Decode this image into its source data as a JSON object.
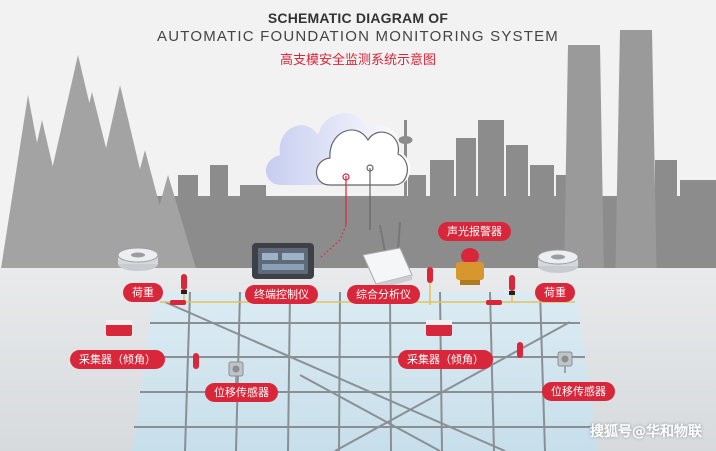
{
  "title": {
    "line1": "SCHEMATIC DIAGRAM OF",
    "line2": "AUTOMATIC FOUNDATION MONITORING SYSTEM",
    "line3_cn": "高支模安全监测系统示意图"
  },
  "labels": {
    "load_left": "荷重",
    "load_right": "荷重",
    "terminal": "终端控制仪",
    "analyzer": "综合分析仪",
    "alarm": "声光报警器",
    "collector_left": "采集器（倾角）",
    "collector_right": "采集器（倾角）",
    "displacement_left": "位移传感器",
    "displacement_right": "位移传感器"
  },
  "watermark": "搜狐号@华和物联",
  "colors": {
    "accent_red": "#d8263a",
    "city_gray": "#8c8c8c",
    "foundation_blue": "#d3e8f1",
    "grid_gray": "#8a8f94",
    "cable_yellow": "#e5c15a"
  }
}
